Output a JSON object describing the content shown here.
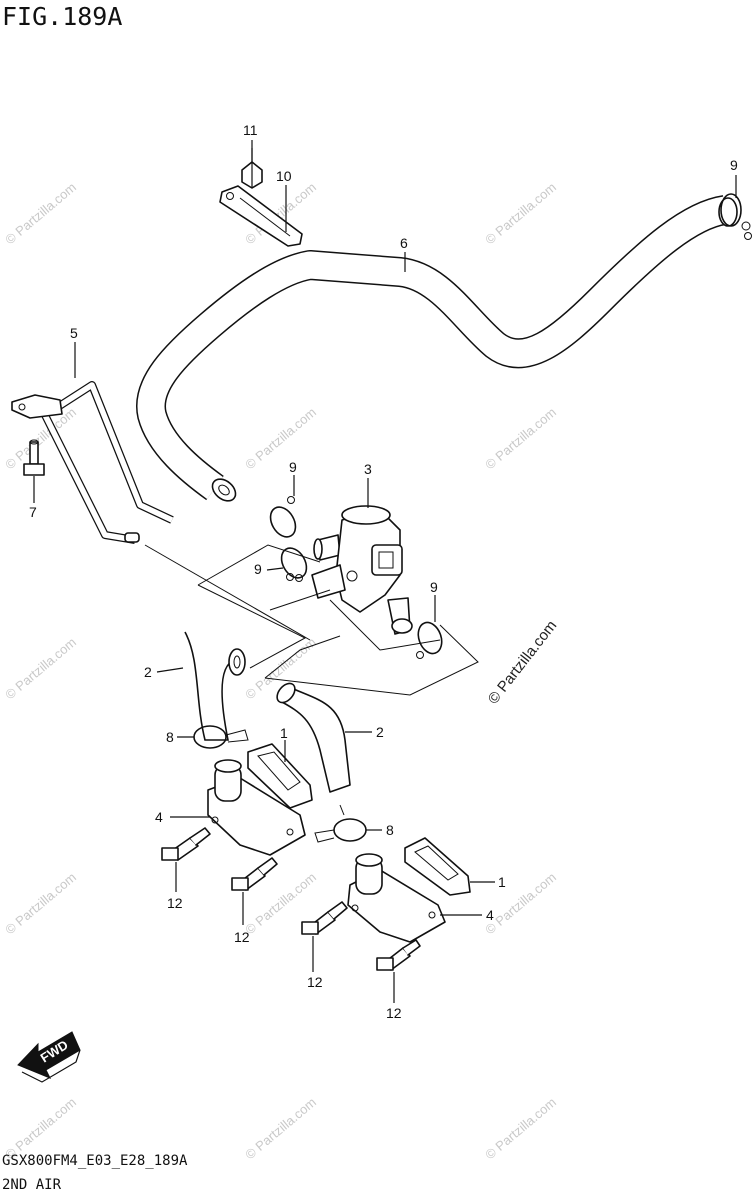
{
  "figure": {
    "title": "FIG.189A",
    "code": "GSX800FM4_E03_E28_189A",
    "name": "2ND AIR"
  },
  "callouts": [
    "1",
    "1",
    "2",
    "2",
    "3",
    "4",
    "4",
    "5",
    "6",
    "7",
    "8",
    "8",
    "9",
    "9",
    "9",
    "9",
    "10",
    "11",
    "12",
    "12",
    "12",
    "12"
  ],
  "watermark": {
    "text": "© Partzilla.com"
  },
  "fwd_arrow": {
    "label": "FWD"
  }
}
